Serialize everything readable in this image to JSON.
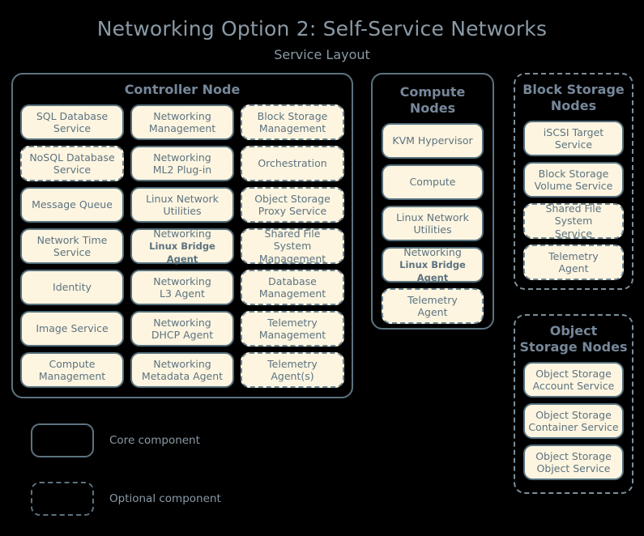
{
  "header": {
    "title": "Networking Option 2: Self-Service Networks",
    "subtitle": "Service Layout"
  },
  "colors": {
    "background": "#000000",
    "component_fill": "#fdf5e0",
    "component_border": "#55707e",
    "text": "#5d7380",
    "title_text": "#8a9aa6"
  },
  "controller_node": {
    "title": "Controller Node",
    "border_style": "solid",
    "components": [
      {
        "line1": "SQL Database",
        "line2": "Service",
        "optional": false
      },
      {
        "line1": "Networking",
        "line2": "Management",
        "optional": false
      },
      {
        "line1": "Block Storage",
        "line2": "Management",
        "optional": true
      },
      {
        "line1": "NoSQL Database",
        "line2": "Service",
        "optional": true
      },
      {
        "line1": "Networking",
        "line2": "ML2 Plug-in",
        "optional": false
      },
      {
        "line1": "Orchestration",
        "line2": "",
        "optional": true
      },
      {
        "line1": "Message Queue",
        "line2": "",
        "optional": false
      },
      {
        "line1": "Linux Network",
        "line2": "Utilities",
        "optional": false
      },
      {
        "line1": "Object Storage",
        "line2": "Proxy Service",
        "optional": true
      },
      {
        "line1": "Network Time",
        "line2": "Service",
        "optional": false
      },
      {
        "line1": "Networking",
        "line2": "Linux Bridge Agent",
        "optional": false,
        "line2_small": true
      },
      {
        "line1": "Shared File System",
        "line2": "Management",
        "optional": true
      },
      {
        "line1": "Identity",
        "line2": "",
        "optional": false
      },
      {
        "line1": "Networking",
        "line2": "L3 Agent",
        "optional": false
      },
      {
        "line1": "Database",
        "line2": "Management",
        "optional": true
      },
      {
        "line1": "Image Service",
        "line2": "",
        "optional": false
      },
      {
        "line1": "Networking",
        "line2": "DHCP Agent",
        "optional": false
      },
      {
        "line1": "Telemetry",
        "line2": "Management",
        "optional": true
      },
      {
        "line1": "Compute",
        "line2": "Management",
        "optional": false
      },
      {
        "line1": "Networking",
        "line2": "Metadata Agent",
        "optional": false
      },
      {
        "line1": "Telemetry",
        "line2": "Agent(s)",
        "optional": true
      }
    ]
  },
  "compute_nodes": {
    "title": "Compute\nNodes",
    "title_line1": "Compute",
    "title_line2": "Nodes",
    "border_style": "solid",
    "components": [
      {
        "line1": "KVM Hypervisor",
        "line2": "",
        "optional": false
      },
      {
        "line1": "Compute",
        "line2": "",
        "optional": false
      },
      {
        "line1": "Linux Network",
        "line2": "Utilities",
        "optional": false
      },
      {
        "line1": "Networking",
        "line2": "Linux Bridge Agent",
        "optional": false,
        "line2_small": true
      },
      {
        "line1": "Telemetry",
        "line2": "Agent",
        "optional": true
      }
    ]
  },
  "block_storage_nodes": {
    "title_line1": "Block Storage",
    "title_line2": "Nodes",
    "border_style": "dashed",
    "components": [
      {
        "line1": "iSCSI Target",
        "line2": "Service",
        "optional": false
      },
      {
        "line1": "Block Storage",
        "line2": "Volume Service",
        "optional": false
      },
      {
        "line1": "Shared File System",
        "line2": "Service",
        "optional": true
      },
      {
        "line1": "Telemetry",
        "line2": "Agent",
        "optional": true
      }
    ]
  },
  "object_storage_nodes": {
    "title_line1": "Object",
    "title_line2": "Storage Nodes",
    "border_style": "dashed",
    "components": [
      {
        "line1": "Object Storage",
        "line2": "Account Service",
        "optional": false
      },
      {
        "line1": "Object Storage",
        "line2": "Container Service",
        "optional": false
      },
      {
        "line1": "Object Storage",
        "line2": "Object Service",
        "optional": false
      }
    ]
  },
  "legend": {
    "core_label": "Core component",
    "optional_label": "Optional component"
  }
}
